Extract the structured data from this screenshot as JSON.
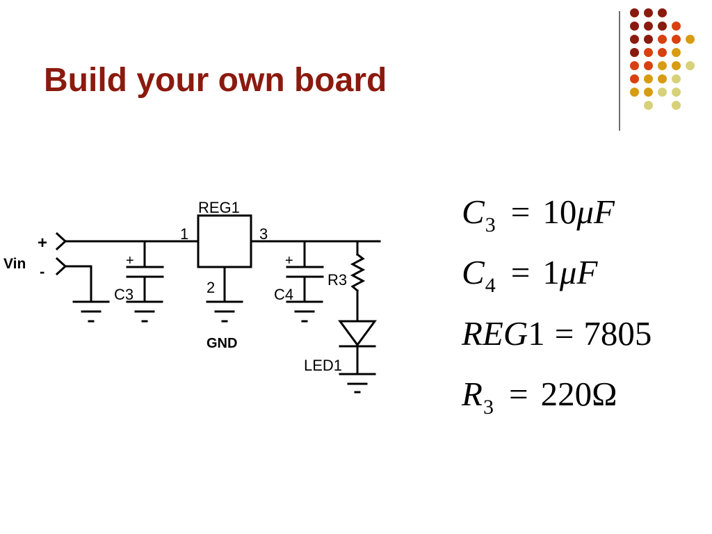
{
  "slide": {
    "title": "Build your own board"
  },
  "schematic": {
    "labels": {
      "vin": "Vin",
      "plus": "+",
      "minus": "-",
      "c3": "C3",
      "c4": "C4",
      "reg1": "REG1",
      "pin1": "1",
      "pin2": "2",
      "pin3": "3",
      "r3": "R3",
      "led1": "LED1",
      "gnd": "GND",
      "c3_plus": "+",
      "c4_plus": "+"
    }
  },
  "equations": [
    {
      "symbol": "C",
      "sub": "3",
      "op": "=",
      "value": "10",
      "unit_greek": "μ",
      "unit": "F"
    },
    {
      "symbol": "C",
      "sub": "4",
      "op": "=",
      "value": "1",
      "unit_greek": "μ",
      "unit": "F"
    },
    {
      "symbol": "REG",
      "sub": "",
      "num": "1",
      "op": "=",
      "value": "7805",
      "unit_greek": "",
      "unit": ""
    },
    {
      "symbol": "R",
      "sub": "3",
      "op": "=",
      "value": "220",
      "unit_greek": "Ω",
      "unit": ""
    }
  ],
  "colors": {
    "title": "#8b1a0e",
    "dot_maroon": "#8b1a0e",
    "dot_orange": "#d9400f",
    "dot_gold": "#d89c12",
    "dot_olive": "#d7d27a",
    "divider": "#6d6d6d"
  }
}
